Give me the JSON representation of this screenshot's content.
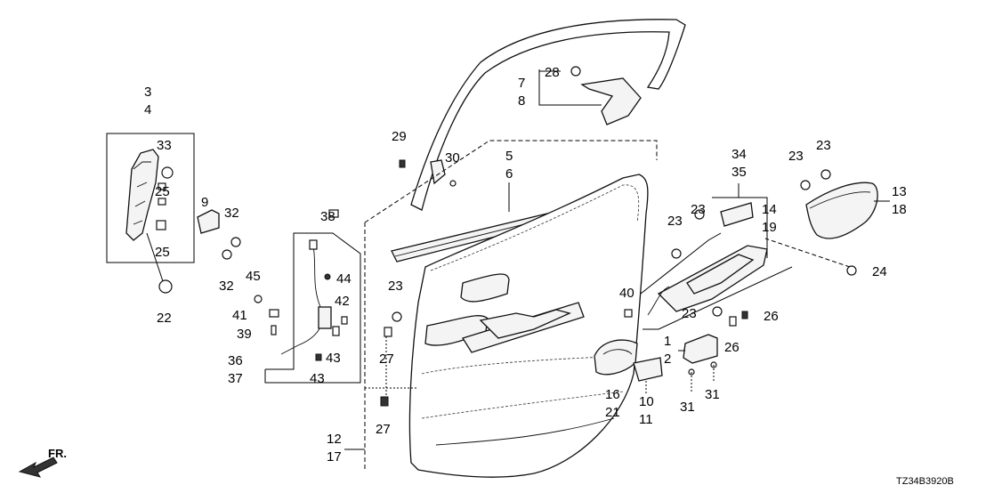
{
  "diagram": {
    "drawing_code": "TZ34B3920B",
    "direction_label": "FR.",
    "callouts": [
      {
        "id": "l3",
        "text": "3"
      },
      {
        "id": "l4",
        "text": "4"
      },
      {
        "id": "l33",
        "text": "33"
      },
      {
        "id": "l25a",
        "text": "25"
      },
      {
        "id": "l25b",
        "text": "25"
      },
      {
        "id": "l22",
        "text": "22"
      },
      {
        "id": "l9",
        "text": "9"
      },
      {
        "id": "l32a",
        "text": "32"
      },
      {
        "id": "l32b",
        "text": "32"
      },
      {
        "id": "l45",
        "text": "45"
      },
      {
        "id": "l41",
        "text": "41"
      },
      {
        "id": "l39",
        "text": "39"
      },
      {
        "id": "l36",
        "text": "36"
      },
      {
        "id": "l37",
        "text": "37"
      },
      {
        "id": "l38",
        "text": "38"
      },
      {
        "id": "l44",
        "text": "44"
      },
      {
        "id": "l42",
        "text": "42"
      },
      {
        "id": "l43a",
        "text": "43"
      },
      {
        "id": "l43b",
        "text": "43"
      },
      {
        "id": "l29",
        "text": "29"
      },
      {
        "id": "l30",
        "text": "30"
      },
      {
        "id": "l28",
        "text": "28"
      },
      {
        "id": "l7",
        "text": "7"
      },
      {
        "id": "l8",
        "text": "8"
      },
      {
        "id": "l5",
        "text": "5"
      },
      {
        "id": "l6",
        "text": "6"
      },
      {
        "id": "l23a",
        "text": "23"
      },
      {
        "id": "l27a",
        "text": "27"
      },
      {
        "id": "l27b",
        "text": "27"
      },
      {
        "id": "l12",
        "text": "12"
      },
      {
        "id": "l17",
        "text": "17"
      },
      {
        "id": "l34",
        "text": "34"
      },
      {
        "id": "l35",
        "text": "35"
      },
      {
        "id": "l14",
        "text": "14"
      },
      {
        "id": "l19",
        "text": "19"
      },
      {
        "id": "l23b",
        "text": "23"
      },
      {
        "id": "l23c",
        "text": "23"
      },
      {
        "id": "l23d",
        "text": "23"
      },
      {
        "id": "l23e",
        "text": "23"
      },
      {
        "id": "l23f",
        "text": "23"
      },
      {
        "id": "l13",
        "text": "13"
      },
      {
        "id": "l18",
        "text": "18"
      },
      {
        "id": "l24",
        "text": "24"
      },
      {
        "id": "l40",
        "text": "40"
      },
      {
        "id": "l26a",
        "text": "26"
      },
      {
        "id": "l26b",
        "text": "26"
      },
      {
        "id": "l1",
        "text": "1"
      },
      {
        "id": "l2",
        "text": "2"
      },
      {
        "id": "l16",
        "text": "16"
      },
      {
        "id": "l21",
        "text": "21"
      },
      {
        "id": "l10",
        "text": "10"
      },
      {
        "id": "l11",
        "text": "11"
      },
      {
        "id": "l31a",
        "text": "31"
      },
      {
        "id": "l31b",
        "text": "31"
      }
    ]
  }
}
